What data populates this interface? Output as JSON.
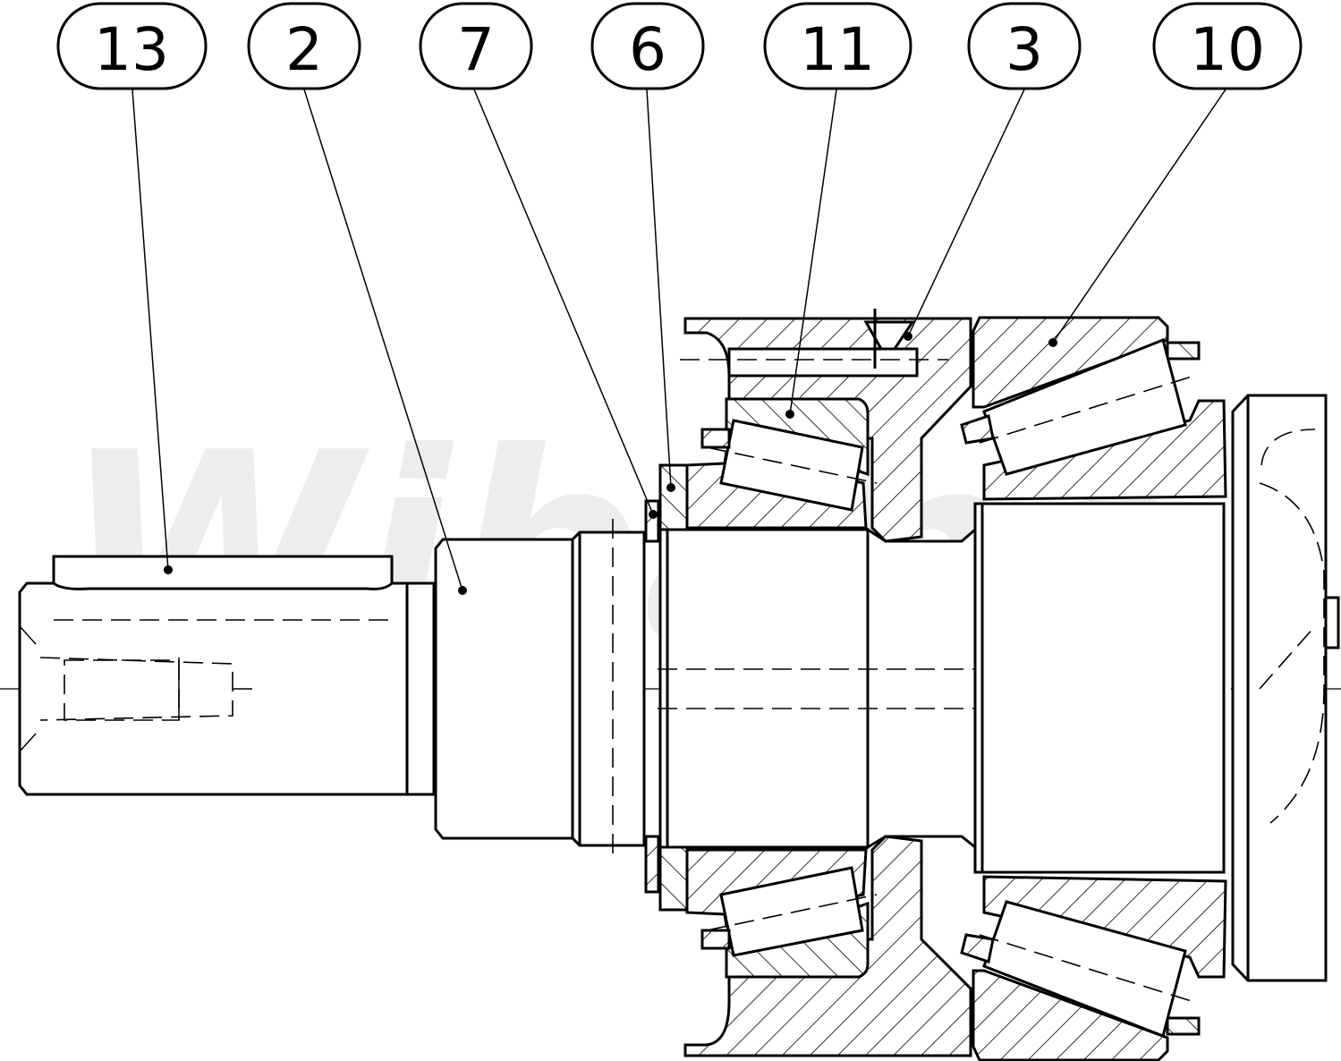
{
  "drawing": {
    "watermark": "Wibaho",
    "callouts": [
      {
        "label": "13",
        "part": "feather-key"
      },
      {
        "label": "2",
        "part": "input-shaft"
      },
      {
        "label": "7",
        "part": "retaining-ring"
      },
      {
        "label": "6",
        "part": "spacer-washer"
      },
      {
        "label": "11",
        "part": "tapered-roller-bearing-inner"
      },
      {
        "label": "3",
        "part": "bearing-housing"
      },
      {
        "label": "10",
        "part": "tapered-roller-bearing-outer"
      }
    ]
  }
}
